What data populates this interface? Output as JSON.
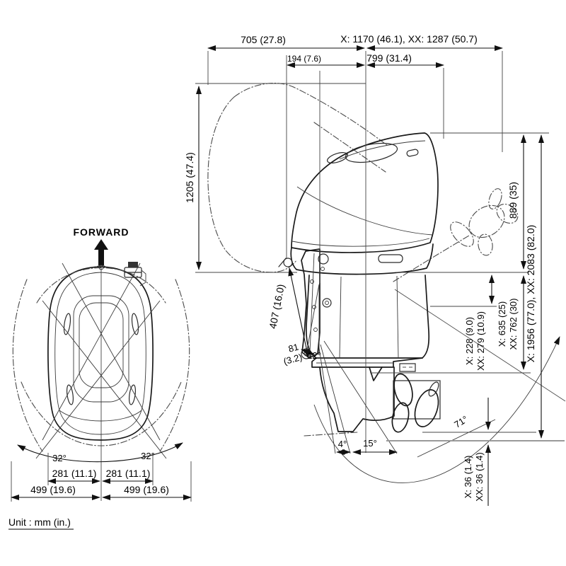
{
  "note": {
    "unit": "Unit : mm (in.)"
  },
  "colors": {
    "line": "#1a1a1a",
    "background": "#ffffff",
    "reference_grey": "#9a9a9a"
  },
  "top_view": {
    "forward": "FORWARD",
    "steer_left": "32°",
    "steer_right": "32°",
    "inner_left": "281 (11.1)",
    "inner_right": "281 (11.1)",
    "outer_left": "499 (19.6)",
    "outer_right": "499 (19.6)"
  },
  "side_view": {
    "len_tilted": "705 (27.8)",
    "len_overall": "X: 1170 (46.1), XX: 1287 (50.7)",
    "len_setback": "194 (7.6)",
    "len_cowl": "799 (31.4)",
    "h_tilted": "1205 (47.4)",
    "h_cowl": "889 (35)",
    "h_overall": "X: 1956 (77.0), XX: 2083 (82.0)",
    "t_upper1": "X: 228 (9.0)",
    "t_upper2": "XX: 279 (10.9)",
    "t_height1": "X: 635 (25)",
    "t_height2": "XX: 762 (30)",
    "skeg1": "X: 36 (1.4)",
    "skeg2": "XX: 36 (1.4)",
    "bracket_h": "407 (16.0)",
    "thick1": "81",
    "thick2": "(3.2)",
    "a_transom": "12°",
    "a_trim_min": "4°",
    "a_trim_range": "15°",
    "a_tilt": "71°"
  }
}
